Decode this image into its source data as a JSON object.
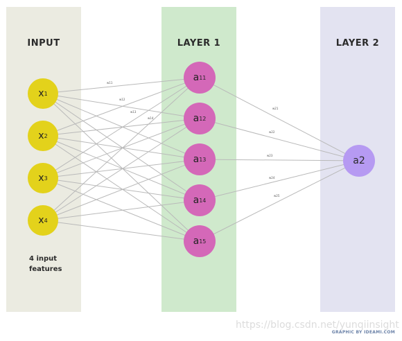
{
  "columns": {
    "input": {
      "title": "INPUT",
      "color": "#ebebe1"
    },
    "layer1": {
      "title": "LAYER 1",
      "color": "#cfe9cc"
    },
    "layer2": {
      "title": "LAYER 2",
      "color": "#e3e3f1"
    }
  },
  "input_nodes": [
    {
      "base": "x",
      "sub": "1"
    },
    {
      "base": "x",
      "sub": "2"
    },
    {
      "base": "x",
      "sub": "3"
    },
    {
      "base": "x",
      "sub": "4"
    }
  ],
  "hidden_nodes": [
    {
      "base": "a",
      "sub": "11"
    },
    {
      "base": "a",
      "sub": "12"
    },
    {
      "base": "a",
      "sub": "13"
    },
    {
      "base": "a",
      "sub": "14"
    },
    {
      "base": "a",
      "sub": "15"
    }
  ],
  "output_node": {
    "label": "a2"
  },
  "input_note": {
    "line1": "4 input",
    "line2": "features"
  },
  "weight_labels_layer1": [
    "w11",
    "w12",
    "w13",
    "w14"
  ],
  "weight_labels_layer2": [
    "w21",
    "w22",
    "w23",
    "w24",
    "w25"
  ],
  "colors": {
    "input_node": "#e3d21b",
    "hidden_node": "#d468b8",
    "output_node": "#b69af2",
    "edge": "#b9b9b9"
  },
  "watermark": "https://blog.csdn.net/yunqiinsight",
  "credit": "GRAPHIC BY IDEAMI.COM"
}
